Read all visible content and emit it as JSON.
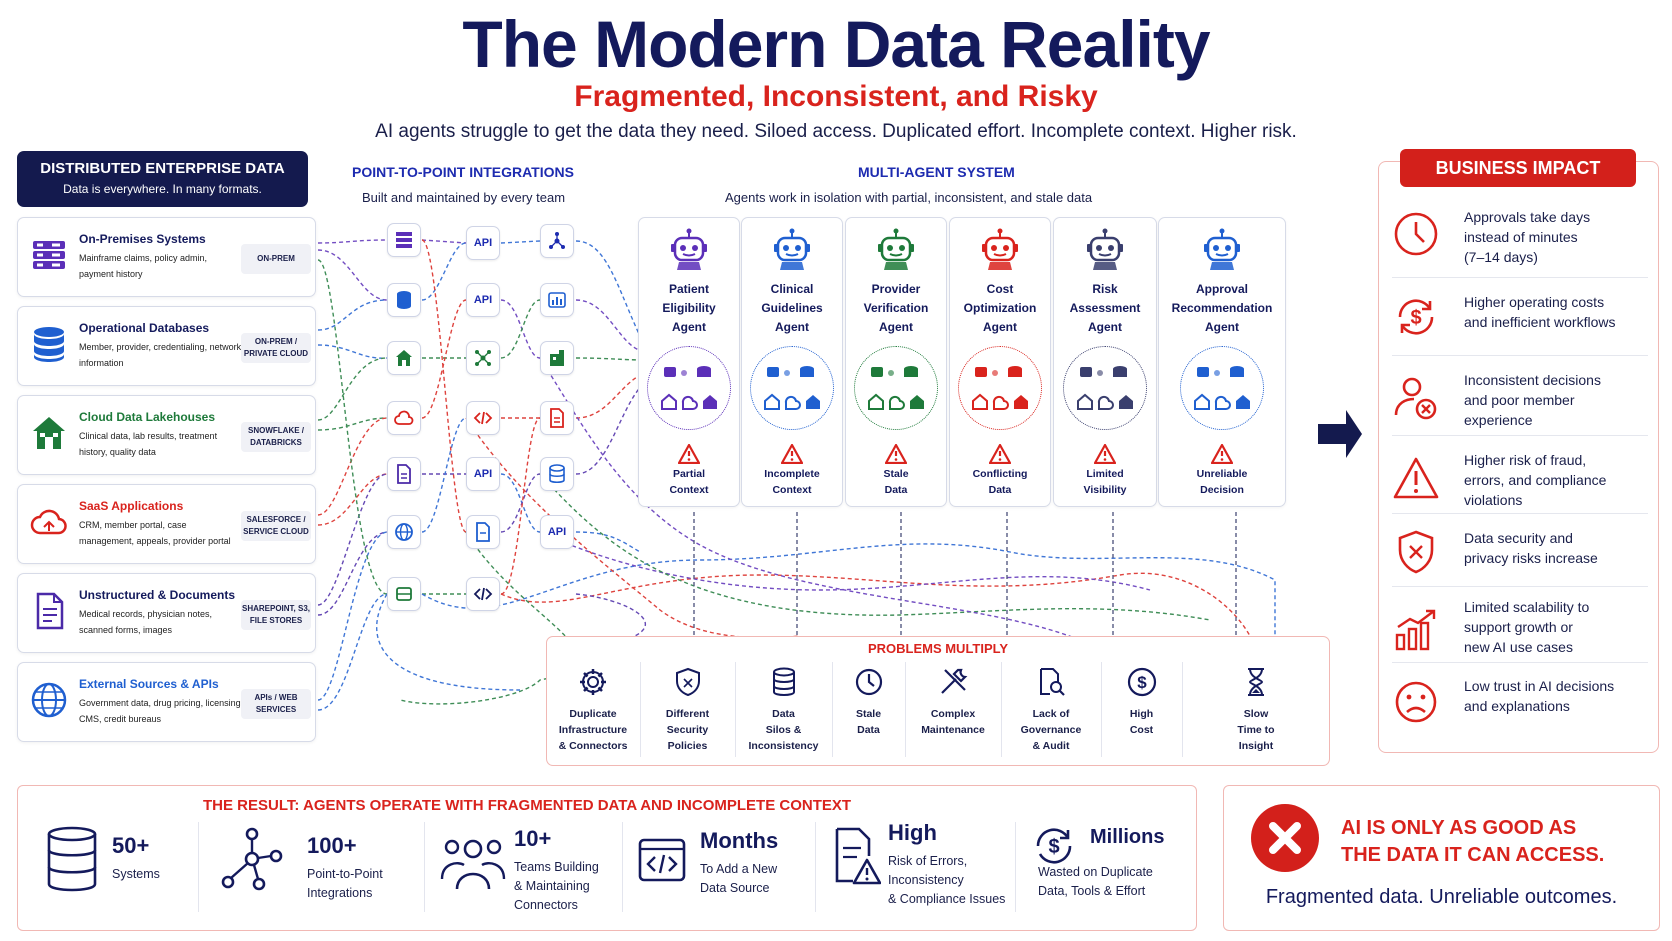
{
  "title": "The Modern Data Reality",
  "subtitle": "Fragmented, Inconsistent, and Risky",
  "tagline": "AI agents struggle to get the data they need. Siloed access. Duplicated effort. Incomplete context. Higher risk.",
  "sources": {
    "header": "DISTRIBUTED ENTERPRISE DATA",
    "subheader": "Data is everywhere. In many formats.",
    "items": [
      {
        "name": "On-Premises Systems",
        "desc": "Mainframe claims, policy admin, payment history",
        "tag": "ON-PREM",
        "color": "#5b2fb8",
        "icon": "server-icon"
      },
      {
        "name": "Operational Databases",
        "desc": "Member, provider, credentialing, network information",
        "tag": "ON-PREM / PRIVATE CLOUD",
        "color": "#1f5fd0",
        "icon": "database-icon"
      },
      {
        "name": "Cloud Data Lakehouses",
        "desc": "Clinical data, lab results, treatment history, quality data",
        "tag": "SNOWFLAKE / DATABRICKS",
        "color": "#1e7a3a",
        "icon": "lakehouse-icon"
      },
      {
        "name": "SaaS Applications",
        "desc": "CRM, member portal, case management, appeals, provider portal",
        "tag": "SALESFORCE / SERVICE CLOUD",
        "color": "#d9231d",
        "icon": "cloud-icon"
      },
      {
        "name": "Unstructured & Documents",
        "desc": "Medical records, physician notes, scanned forms, images",
        "tag": "SHAREPOINT, S3, FILE STORES",
        "color": "#4b2aa8",
        "icon": "document-icon"
      },
      {
        "name": "External Sources & APIs",
        "desc": "Government data, drug pricing, licensing, CMS, credit bureaus",
        "tag": "APIs / WEB SERVICES",
        "color": "#1f5fd0",
        "icon": "globe-icon"
      }
    ]
  },
  "integrations": {
    "header": "POINT-TO-POINT INTEGRATIONS",
    "subheader": "Built and maintained by every team",
    "api_label": "API"
  },
  "agents": {
    "header": "MULTI-AGENT SYSTEM",
    "subheader": "Agents work in isolation with partial, inconsistent, and stale data",
    "items": [
      {
        "name": "Patient Eligibility Agent",
        "lines": [
          "Patient",
          "Eligibility",
          "Agent"
        ],
        "problem": [
          "Partial",
          "Context"
        ],
        "color": "#5b2fb8"
      },
      {
        "name": "Clinical Guidelines Agent",
        "lines": [
          "Clinical",
          "Guidelines",
          "Agent"
        ],
        "problem": [
          "Incomplete",
          "Context"
        ],
        "color": "#1f5fd0"
      },
      {
        "name": "Provider Verification Agent",
        "lines": [
          "Provider",
          "Verification",
          "Agent"
        ],
        "problem": [
          "Stale",
          "Data"
        ],
        "color": "#1e7a3a"
      },
      {
        "name": "Cost Optimization Agent",
        "lines": [
          "Cost",
          "Optimization",
          "Agent"
        ],
        "problem": [
          "Conflicting",
          "Data"
        ],
        "color": "#d9231d"
      },
      {
        "name": "Risk Assessment Agent",
        "lines": [
          "Risk",
          "Assessment",
          "Agent"
        ],
        "problem": [
          "Limited",
          "Visibility"
        ],
        "color": "#3a3f6e"
      },
      {
        "name": "Approval Recommendation Agent",
        "lines": [
          "Approval",
          "Recommendation",
          "Agent"
        ],
        "problem": [
          "Unreliable",
          "Decision"
        ],
        "color": "#1f5fd0"
      }
    ]
  },
  "problems": {
    "header": "PROBLEMS MULTIPLY",
    "items": [
      {
        "lines": [
          "Duplicate",
          "Infrastructure",
          "& Connectors"
        ],
        "icon": "gear-icon"
      },
      {
        "lines": [
          "Different",
          "Security",
          "Policies"
        ],
        "icon": "shield-icon"
      },
      {
        "lines": [
          "Data",
          "Silos &",
          "Inconsistency"
        ],
        "icon": "database-icon"
      },
      {
        "lines": [
          "Stale",
          "Data"
        ],
        "icon": "clock-icon"
      },
      {
        "lines": [
          "Complex",
          "Maintenance"
        ],
        "icon": "tools-icon"
      },
      {
        "lines": [
          "Lack of",
          "Governance",
          "& Audit"
        ],
        "icon": "search-doc-icon"
      },
      {
        "lines": [
          "High",
          "Cost"
        ],
        "icon": "dollar-icon"
      },
      {
        "lines": [
          "Slow",
          "Time to",
          "Insight"
        ],
        "icon": "hourglass-icon"
      }
    ]
  },
  "impact": {
    "header": "BUSINESS IMPACT",
    "items": [
      {
        "lines": [
          "Approvals take days",
          "instead of minutes",
          "(7–14 days)"
        ],
        "icon": "clock-icon"
      },
      {
        "lines": [
          "Higher operating costs",
          "and inefficient workflows"
        ],
        "icon": "dollar-cycle-icon"
      },
      {
        "lines": [
          "Inconsistent decisions",
          "and poor member",
          "experience"
        ],
        "icon": "user-x-icon"
      },
      {
        "lines": [
          "Higher risk of fraud,",
          "errors, and compliance",
          "violations"
        ],
        "icon": "warning-icon"
      },
      {
        "lines": [
          "Data security and",
          "privacy risks increase"
        ],
        "icon": "shield-x-icon"
      },
      {
        "lines": [
          "Limited scalability to",
          "support growth or",
          "new AI use cases"
        ],
        "icon": "growth-chart-icon"
      },
      {
        "lines": [
          "Low trust in AI decisions",
          "and explanations"
        ],
        "icon": "sad-face-icon"
      }
    ]
  },
  "result": {
    "header": "THE RESULT:  AGENTS OPERATE WITH FRAGMENTED DATA AND INCOMPLETE CONTEXT",
    "stats": [
      {
        "big": "50+",
        "lines": [
          "Systems"
        ],
        "icon": "database-stack-icon"
      },
      {
        "big": "100+",
        "lines": [
          "Point-to-Point",
          "Integrations"
        ],
        "icon": "network-icon"
      },
      {
        "big": "10+",
        "lines": [
          "Teams Building",
          "& Maintaining",
          "Connectors"
        ],
        "icon": "team-icon"
      },
      {
        "big": "Months",
        "lines": [
          "To Add a New",
          "Data Source"
        ],
        "icon": "code-window-icon"
      },
      {
        "big": "High",
        "lines": [
          "Risk of Errors,",
          "Inconsistency",
          "& Compliance Issues"
        ],
        "icon": "doc-warning-icon"
      },
      {
        "big": "Millions",
        "lines": [
          "Wasted on Duplicate",
          "Data, Tools & Effort"
        ],
        "icon": "dollar-circle-icon"
      }
    ]
  },
  "conclusion": {
    "line1": "AI IS ONLY AS GOOD AS",
    "line2": "THE DATA IT CAN ACCESS.",
    "line3": "Fragmented data. Unreliable outcomes."
  },
  "colors": {
    "navy": "#141a5c",
    "red": "#d9231d",
    "blue": "#1d2bb0",
    "purple": "#5b2fb8",
    "green": "#1e7a3a"
  }
}
